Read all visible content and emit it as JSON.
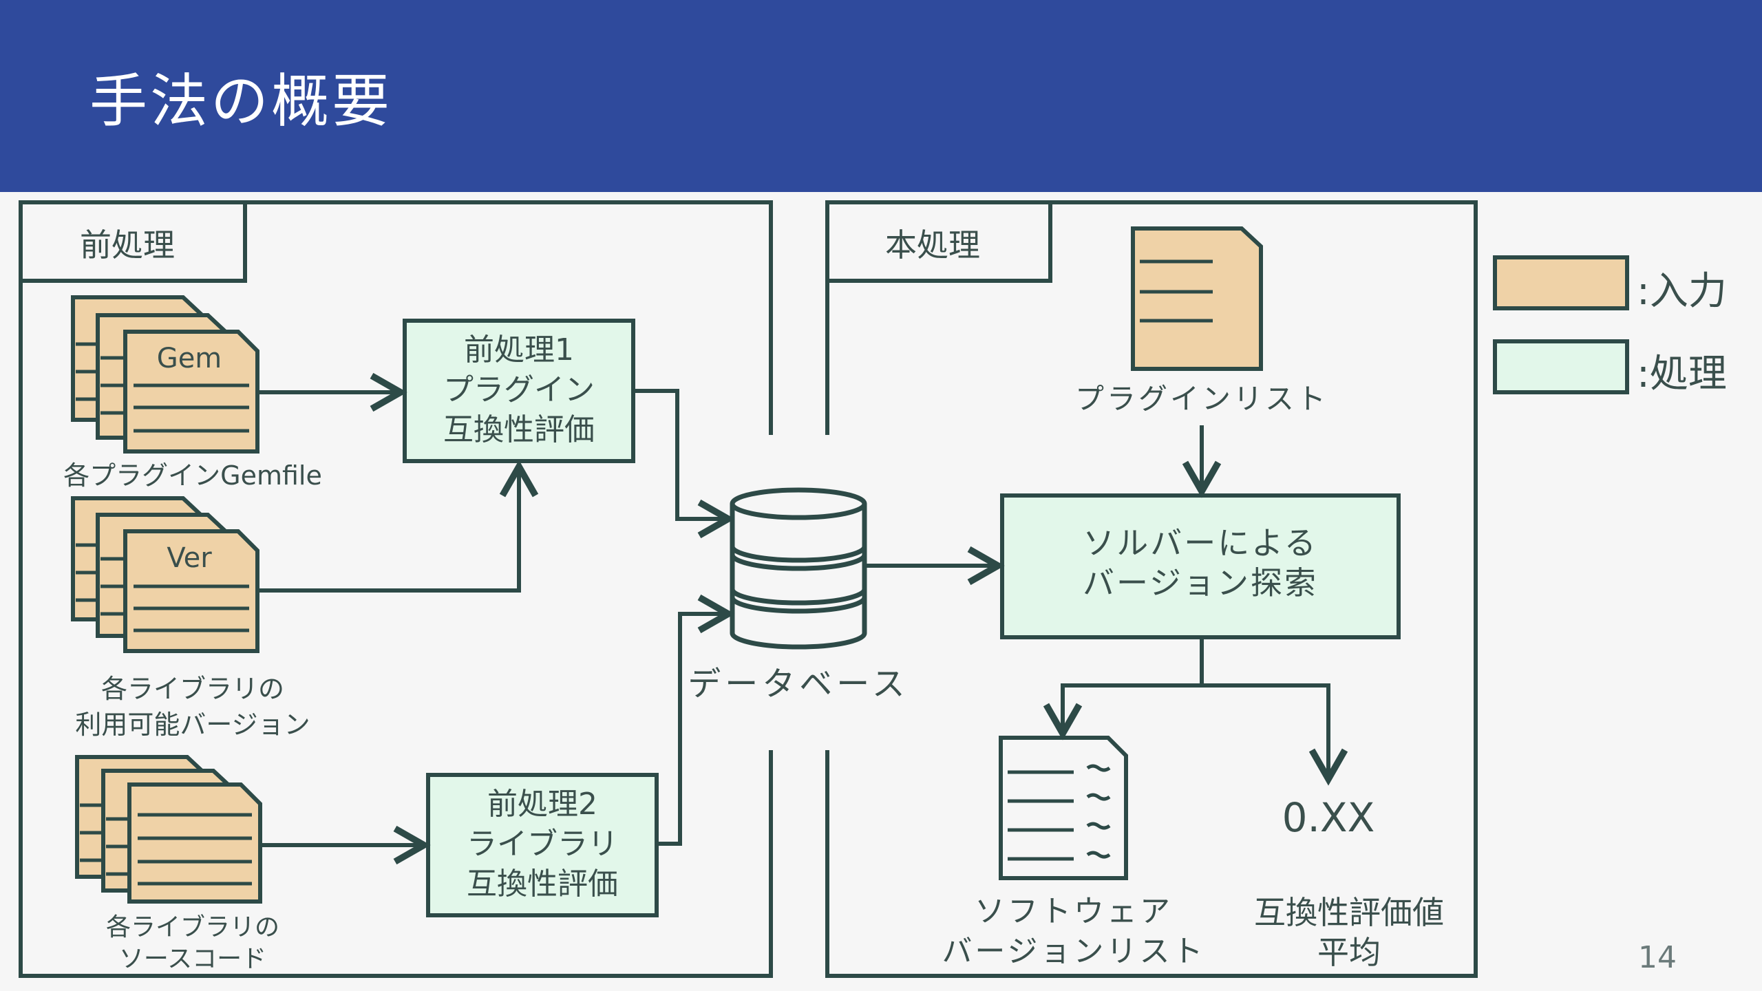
{
  "slide_title": "手法の概要",
  "page_number": "14",
  "colors": {
    "header": "#2f4a9c",
    "stroke": "#2d4a47",
    "input_fill": "#efd2a7",
    "process_fill": "#e2f7ea",
    "background": "#f6f6f6"
  },
  "preprocessing": {
    "section_label": "前処理",
    "gem_doc_label": "Gem",
    "gem_caption": "各プラグインGemfile",
    "ver_doc_label": "Ver",
    "ver_caption_line1": "各ライブラリの",
    "ver_caption_line2": "利用可能バージョン",
    "src_caption_line1": "各ライブラリの",
    "src_caption_line2": "ソースコード",
    "process1": [
      "前処理1",
      "プラグイン",
      "互換性評価"
    ],
    "process2": [
      "前処理2",
      "ライブラリ",
      "互換性評価"
    ]
  },
  "database_label": "データベース",
  "main_processing": {
    "section_label": "本処理",
    "plugin_list_caption": "プラグインリスト",
    "solver": [
      "ソルバーによる",
      "バージョン探索"
    ],
    "output_list_line1": "ソフトウェア",
    "output_list_line2": "バージョンリスト",
    "score_value": "0.XX",
    "score_caption_line1": "互換性評価値",
    "score_caption_line2": "平均"
  },
  "legend": {
    "input_label": ":入力",
    "process_label": ":処理"
  }
}
